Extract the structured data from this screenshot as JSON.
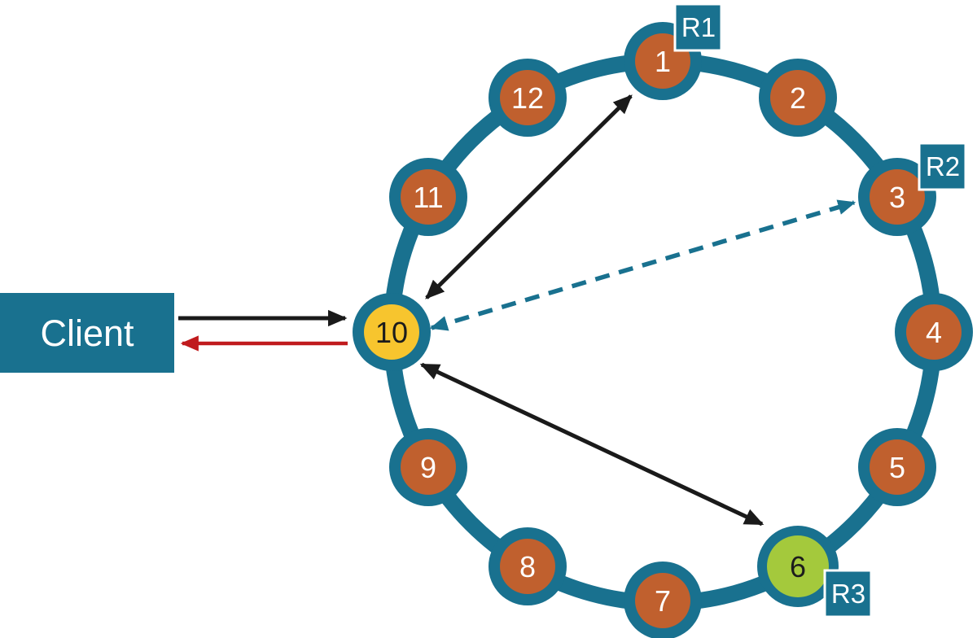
{
  "colors": {
    "teal": "#19718F",
    "orange": "#C0602E",
    "yellow": "#F7C52E",
    "green": "#A4C93C",
    "red": "#C01A1D",
    "black": "#1A1A1A"
  },
  "client": {
    "label": "Client"
  },
  "ring": {
    "nodes": [
      {
        "label": "1",
        "tag": "R1",
        "role": "replica"
      },
      {
        "label": "2"
      },
      {
        "label": "3",
        "tag": "R2",
        "role": "replica"
      },
      {
        "label": "4"
      },
      {
        "label": "5"
      },
      {
        "label": "6",
        "tag": "R3",
        "role": "replica-highlighted"
      },
      {
        "label": "7"
      },
      {
        "label": "8"
      },
      {
        "label": "9"
      },
      {
        "label": "10",
        "role": "coordinator-highlighted"
      },
      {
        "label": "11"
      },
      {
        "label": "12"
      }
    ]
  },
  "edges": [
    {
      "from": "client",
      "to": "node-10",
      "color": "black",
      "style": "solid",
      "direction": "forward"
    },
    {
      "from": "node-10",
      "to": "client",
      "color": "red",
      "style": "solid",
      "direction": "forward"
    },
    {
      "from": "node-10",
      "to": "node-1",
      "color": "black",
      "style": "solid",
      "direction": "bidirectional"
    },
    {
      "from": "node-10",
      "to": "node-3",
      "color": "teal",
      "style": "dashed",
      "direction": "bidirectional"
    },
    {
      "from": "node-10",
      "to": "node-6",
      "color": "black",
      "style": "solid",
      "direction": "bidirectional"
    }
  ]
}
